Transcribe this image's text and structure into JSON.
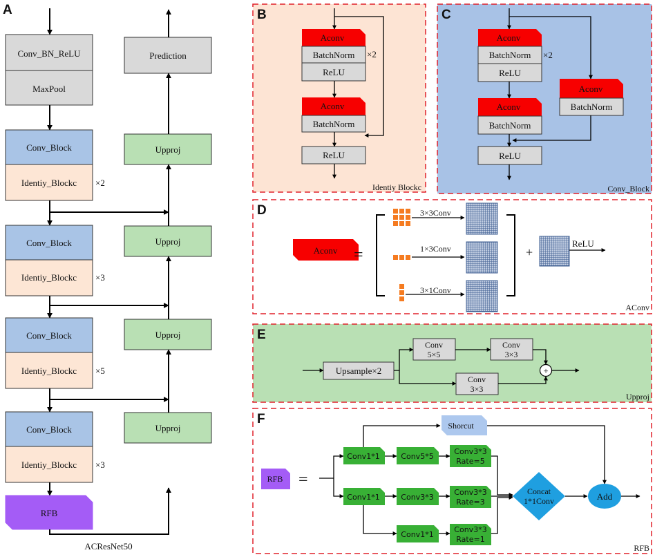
{
  "colors": {
    "gray": "#d9d9d9",
    "blue": "#a9c4e6",
    "peach": "#fde6d5",
    "green": "#b9e0b4",
    "purple": "#a45cf6",
    "red": "#f70000",
    "bright_green": "#38b035",
    "rfb_blue": "#1f9fe0",
    "light_blue": "#adc8ee",
    "orange": "#f57b20",
    "grid": "#3d5d90",
    "dash": "#e0202a",
    "panel_b_bg": "#fde4d4",
    "panel_c_bg": "#a8c2e6",
    "panel_e_bg": "#b9e0b4"
  },
  "panel_a": {
    "letter": "A",
    "caption": "ACResNet50",
    "conv_bn_relu": "Conv_BN_ReLU",
    "maxpool": "MaxPool",
    "prediction": "Prediction",
    "stages": [
      {
        "conv_block": "Conv_Block",
        "identity": "Identiy_Blockc",
        "mult": "×2",
        "upproj": "Upproj"
      },
      {
        "conv_block": "Conv_Block",
        "identity": "Identiy_Blockc",
        "mult": "×3",
        "upproj": "Upproj"
      },
      {
        "conv_block": "Conv_Block",
        "identity": "Identiy_Blockc",
        "mult": "×5",
        "upproj": "Upproj"
      },
      {
        "conv_block": "Conv_Block",
        "identity": "Identiy_Blockc",
        "mult": "×3",
        "upproj": "Upproj"
      }
    ],
    "rfb": "RFB"
  },
  "panel_b": {
    "letter": "B",
    "caption": "Identiy Blockc",
    "aconv1": "Aconv",
    "batchnorm1": "BatchNorm",
    "relu1": "ReLU",
    "mult": "×2",
    "aconv2": "Aconv",
    "batchnorm2": "BatchNorm",
    "relu2": "ReLU"
  },
  "panel_c": {
    "letter": "C",
    "caption": "Conv_Block",
    "aconv1": "Aconv",
    "batchnorm1": "BatchNorm",
    "relu1": "ReLU",
    "mult": "×2",
    "aconv2": "Aconv",
    "batchnorm2": "BatchNorm",
    "relu2": "ReLU",
    "side_aconv": "Aconv",
    "side_batchnorm": "BatchNorm"
  },
  "panel_d": {
    "letter": "D",
    "caption": "AConv",
    "aconv": "Aconv",
    "equals": "=",
    "plus": "+",
    "conv3x3": "3×3Conv",
    "conv1x3": "1×3Conv",
    "conv3x1": "3×1Conv",
    "relu": "ReLU"
  },
  "panel_e": {
    "letter": "E",
    "caption": "Upproj",
    "upsample": "Upsample×2",
    "conv_a_l1": "Conv",
    "conv_a_l2": "5×5",
    "conv_b_l1": "Conv",
    "conv_b_l2": "3×3",
    "conv_c_l1": "Conv",
    "conv_c_l2": "3×3",
    "sum": "+"
  },
  "panel_f": {
    "letter": "F",
    "caption": "RFB",
    "rfb": "RFB",
    "equals": "=",
    "shortcut": "Shorcut",
    "conv1_top": "Conv1*1",
    "conv5": "Conv5*5",
    "dil_top_l1": "Conv3*3",
    "dil_top_l2": "Rate=5",
    "conv1_mid": "Conv1*1",
    "conv3": "Conv3*3",
    "dil_mid_l1": "Conv3*3",
    "dil_mid_l2": "Rate=3",
    "conv1_bot": "Conv1*1",
    "dil_bot_l1": "Conv3*3",
    "dil_bot_l2": "Rate=1",
    "concat_l1": "Concat",
    "concat_l2": "1*1Conv",
    "add": "Add"
  }
}
